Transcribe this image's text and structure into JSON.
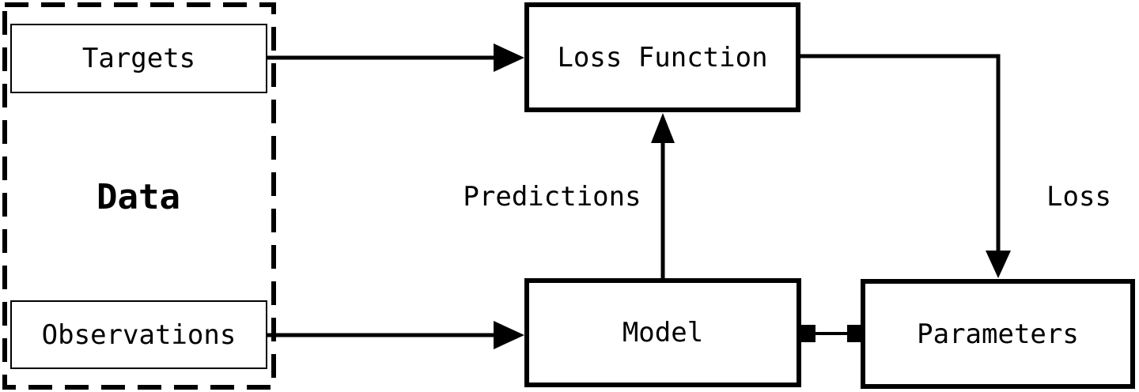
{
  "diagram": {
    "colors": {
      "background": "#ffffff",
      "line": "#000000"
    },
    "group": {
      "label": "Data"
    },
    "nodes": {
      "targets": {
        "label": "Targets"
      },
      "observations": {
        "label": "Observations"
      },
      "loss_function": {
        "label": "Loss Function"
      },
      "model": {
        "label": "Model"
      },
      "parameters": {
        "label": "Parameters"
      }
    },
    "edges": [
      {
        "from": "Targets",
        "to": "Loss Function",
        "label": "",
        "style": "arrow"
      },
      {
        "from": "Observations",
        "to": "Model",
        "label": "",
        "style": "arrow"
      },
      {
        "from": "Model",
        "to": "Loss Function",
        "label": "Predictions",
        "style": "arrow"
      },
      {
        "from": "Loss Function",
        "to": "Parameters",
        "label": "Loss",
        "style": "arrow-elbow"
      },
      {
        "from": "Model",
        "to": "Parameters",
        "label": "",
        "style": "block-ends"
      }
    ]
  }
}
